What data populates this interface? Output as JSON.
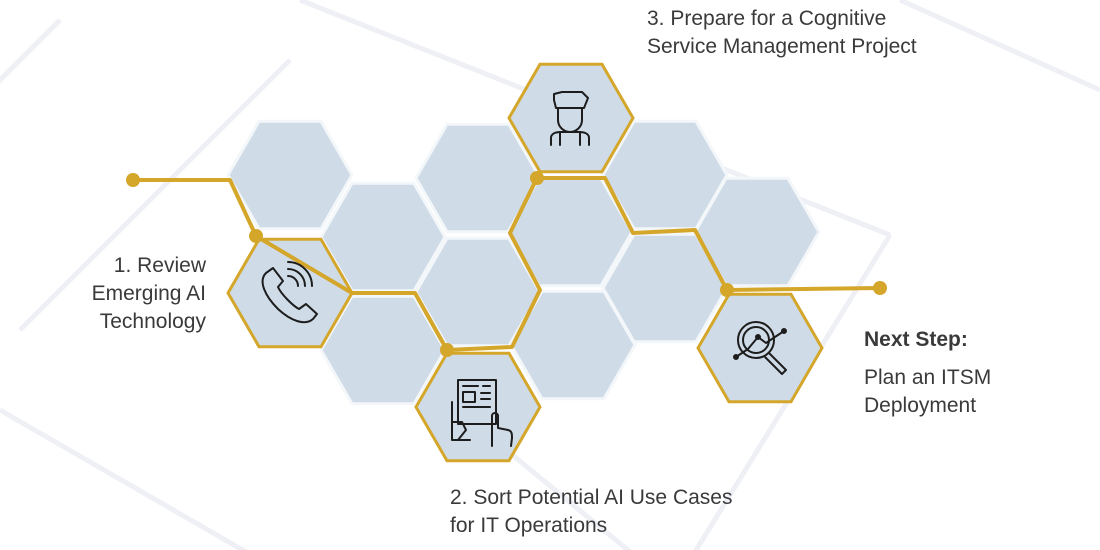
{
  "steps": {
    "step1": {
      "lines": [
        "1. Review",
        "Emerging AI",
        "Technology"
      ]
    },
    "step2": {
      "lines": [
        "2. Sort Potential AI Use Cases",
        "for IT Operations"
      ]
    },
    "step3": {
      "lines": [
        "3. Prepare for a Cognitive",
        "Service Management Project"
      ]
    }
  },
  "next_step": {
    "title": "Next Step:",
    "lines": [
      "Plan an ITSM",
      "Deployment"
    ]
  },
  "icons": {
    "step1": "phone-icon",
    "step2": "document-touch-icon",
    "step3": "person-icon",
    "next": "magnifier-analytics-icon"
  },
  "colors": {
    "hex_fill": "#cfdce8",
    "hex_stroke": "#f4f7fa",
    "accent": "#d4a62a",
    "icon": "#1d1d1d",
    "text": "#3a3a3a",
    "background_lines": "#eef0f6"
  }
}
